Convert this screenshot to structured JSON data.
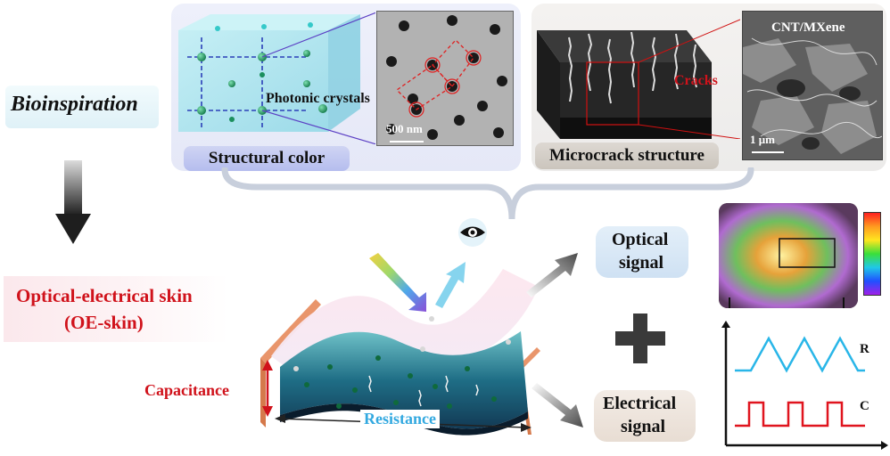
{
  "left": {
    "bioinspiration": "Bioinspiration",
    "oe_skin_line1": "Optical-electrical skin",
    "oe_skin_line2": "(OE-skin)"
  },
  "structural_panel": {
    "label": "Structural color",
    "photonic_label": "Photonic crystals",
    "scale_bar": "500 nm"
  },
  "microcrack_panel": {
    "label": "Microcrack structure",
    "cracks_label": "Cracks",
    "sem_label": "CNT/MXene",
    "scale_bar": "1 μm"
  },
  "middle": {
    "capacitance": "Capacitance",
    "resistance": "Resistance"
  },
  "signals": {
    "optical_line1": "Optical",
    "optical_line2": "signal",
    "electrical_line1": "Electrical",
    "electrical_line2": "signal",
    "plot_R": "R",
    "plot_C": "C"
  },
  "colors": {
    "accent_red": "#d0121b",
    "resistance_blue": "#33a9e0",
    "r_signal": "#29b6e8",
    "c_signal": "#e0141e"
  }
}
